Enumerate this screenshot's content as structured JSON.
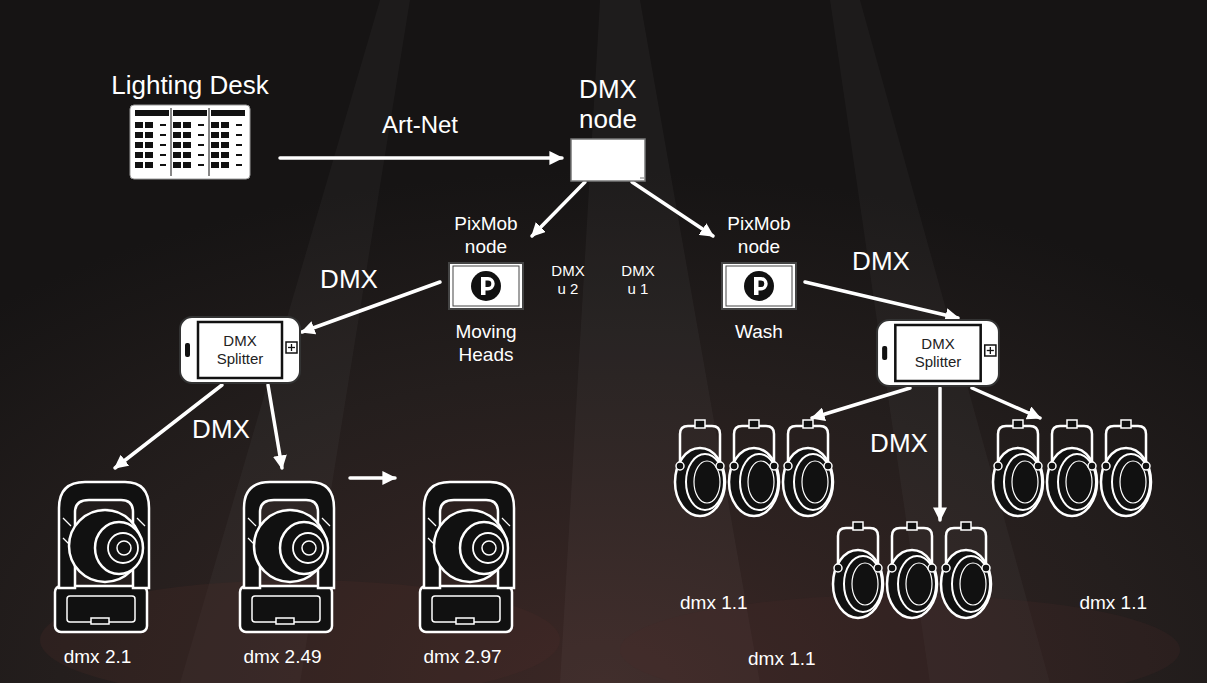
{
  "diagram": {
    "nodes": [
      {
        "text": [
          "Lighting Desk"
        ]
      },
      {
        "text": [
          "DMX node"
        ]
      },
      {
        "text": [
          "PixMob node",
          "Moving Heads"
        ]
      },
      {
        "text": [
          "PixMob node",
          "Wash"
        ]
      },
      {
        "text": [
          "DMX Splitter"
        ]
      },
      {
        "text": [
          "DMX Splitter"
        ]
      },
      {
        "text": [
          "dmx 2.1"
        ]
      },
      {
        "text": [
          "dmx 2.49"
        ]
      },
      {
        "text": [
          "dmx 2.97"
        ]
      },
      {
        "text": [
          "dmx 1.1"
        ]
      },
      {
        "text": [
          "dmx 1.1"
        ]
      },
      {
        "text": [
          "dmx 1.1"
        ]
      }
    ],
    "edges": [
      {
        "from": 0,
        "to": 1,
        "label": "Art-Net",
        "arrow": "to"
      },
      {
        "from": 1,
        "to": 2,
        "label": "DMX u 2",
        "arrow": "to"
      },
      {
        "from": 1,
        "to": 3,
        "label": "DMX u 1",
        "arrow": "to"
      },
      {
        "from": 2,
        "to": 4,
        "label": "DMX",
        "arrow": "to"
      },
      {
        "from": 3,
        "to": 5,
        "label": "DMX",
        "arrow": "to"
      },
      {
        "from": 4,
        "to": 6,
        "label": "DMX",
        "arrow": "to"
      },
      {
        "from": 4,
        "to": 7,
        "arrow": "to"
      },
      {
        "from": 7,
        "to": 8,
        "arrow": "to"
      },
      {
        "from": 5,
        "to": 9,
        "arrow": "to"
      },
      {
        "from": 5,
        "to": 11,
        "label": "DMX",
        "arrow": "to"
      },
      {
        "from": 5,
        "to": 10,
        "arrow": "to"
      }
    ]
  }
}
